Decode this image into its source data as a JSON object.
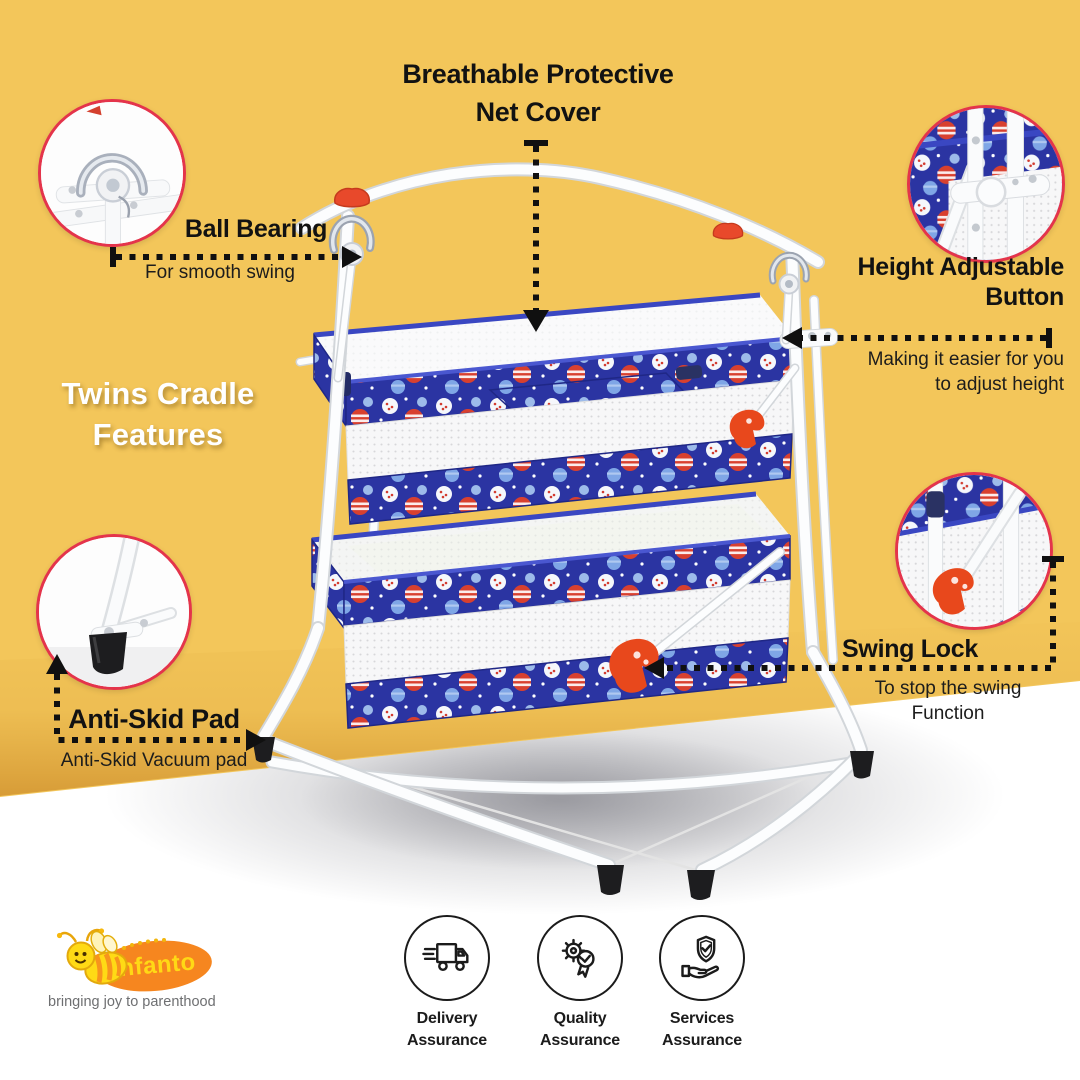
{
  "background": {
    "yellow": "#F3C65A",
    "yellow_edge_shade": "#C6821E",
    "floor_white": "#FFFFFF",
    "inset_border_red": "#E4344B"
  },
  "headline": {
    "line1": "Twins Cradle",
    "line2": "Features",
    "color": "#FFFFFF"
  },
  "callouts": {
    "net_cover": {
      "label_line1": "Breathable Protective",
      "label_line2": "Net Cover"
    },
    "ball_bearing": {
      "label": "Ball Bearing",
      "sub": "For smooth swing"
    },
    "height_button": {
      "label_line1": "Height Adjustable",
      "label_line2": "Button",
      "sub_line1": "Making it easier for you",
      "sub_line2": "to adjust height"
    },
    "swing_lock": {
      "label": "Swing Lock",
      "sub_line1": "To stop the swing",
      "sub_line2": "Function"
    },
    "anti_skid": {
      "label": "Anti-Skid Pad",
      "sub": "Anti-Skid Vacuum pad"
    }
  },
  "product": {
    "frame_color": "#FFFFFF",
    "fabric_blue": "#2B34A2",
    "fabric_trim": "#1F2786",
    "mesh_color": "#F7F7F8",
    "knob_red": "#E8492B",
    "lock_orange": "#E8481C",
    "foot_black": "#1D1D1F"
  },
  "brand": {
    "name": "infanto",
    "tagline": "bringing joy to parenthood",
    "ellipse_orange": "#F6861F",
    "name_yellow": "#FFD915",
    "tagline_gray": "#6E6F71"
  },
  "badges": [
    {
      "icon": "delivery-truck-icon",
      "line1": "Delivery",
      "line2": "Assurance"
    },
    {
      "icon": "quality-gear-medal-icon",
      "line1": "Quality",
      "line2": "Assurance"
    },
    {
      "icon": "services-shield-hand-icon",
      "line1": "Services",
      "line2": "Assurance"
    }
  ]
}
